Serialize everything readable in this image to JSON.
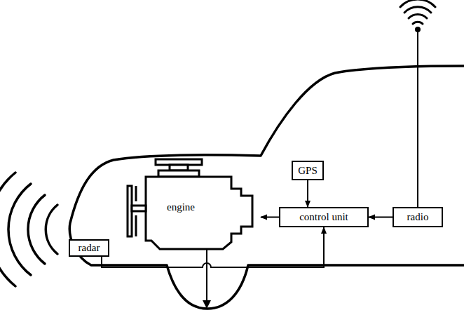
{
  "diagram": {
    "nodes": [
      {
        "text": [
          "engine"
        ]
      },
      {
        "text": [
          "GPS"
        ]
      },
      {
        "text": [
          "control unit"
        ]
      },
      {
        "text": [
          "radio"
        ]
      },
      {
        "text": [
          "radar"
        ]
      }
    ],
    "edges": [
      {
        "from": 1,
        "to": 2,
        "arrow": "to"
      },
      {
        "from": 3,
        "to": 2,
        "arrow": "to"
      },
      {
        "from": 2,
        "to": 0,
        "arrow": "to"
      },
      {
        "from": 4,
        "to": 2,
        "arrow": "to"
      }
    ]
  }
}
